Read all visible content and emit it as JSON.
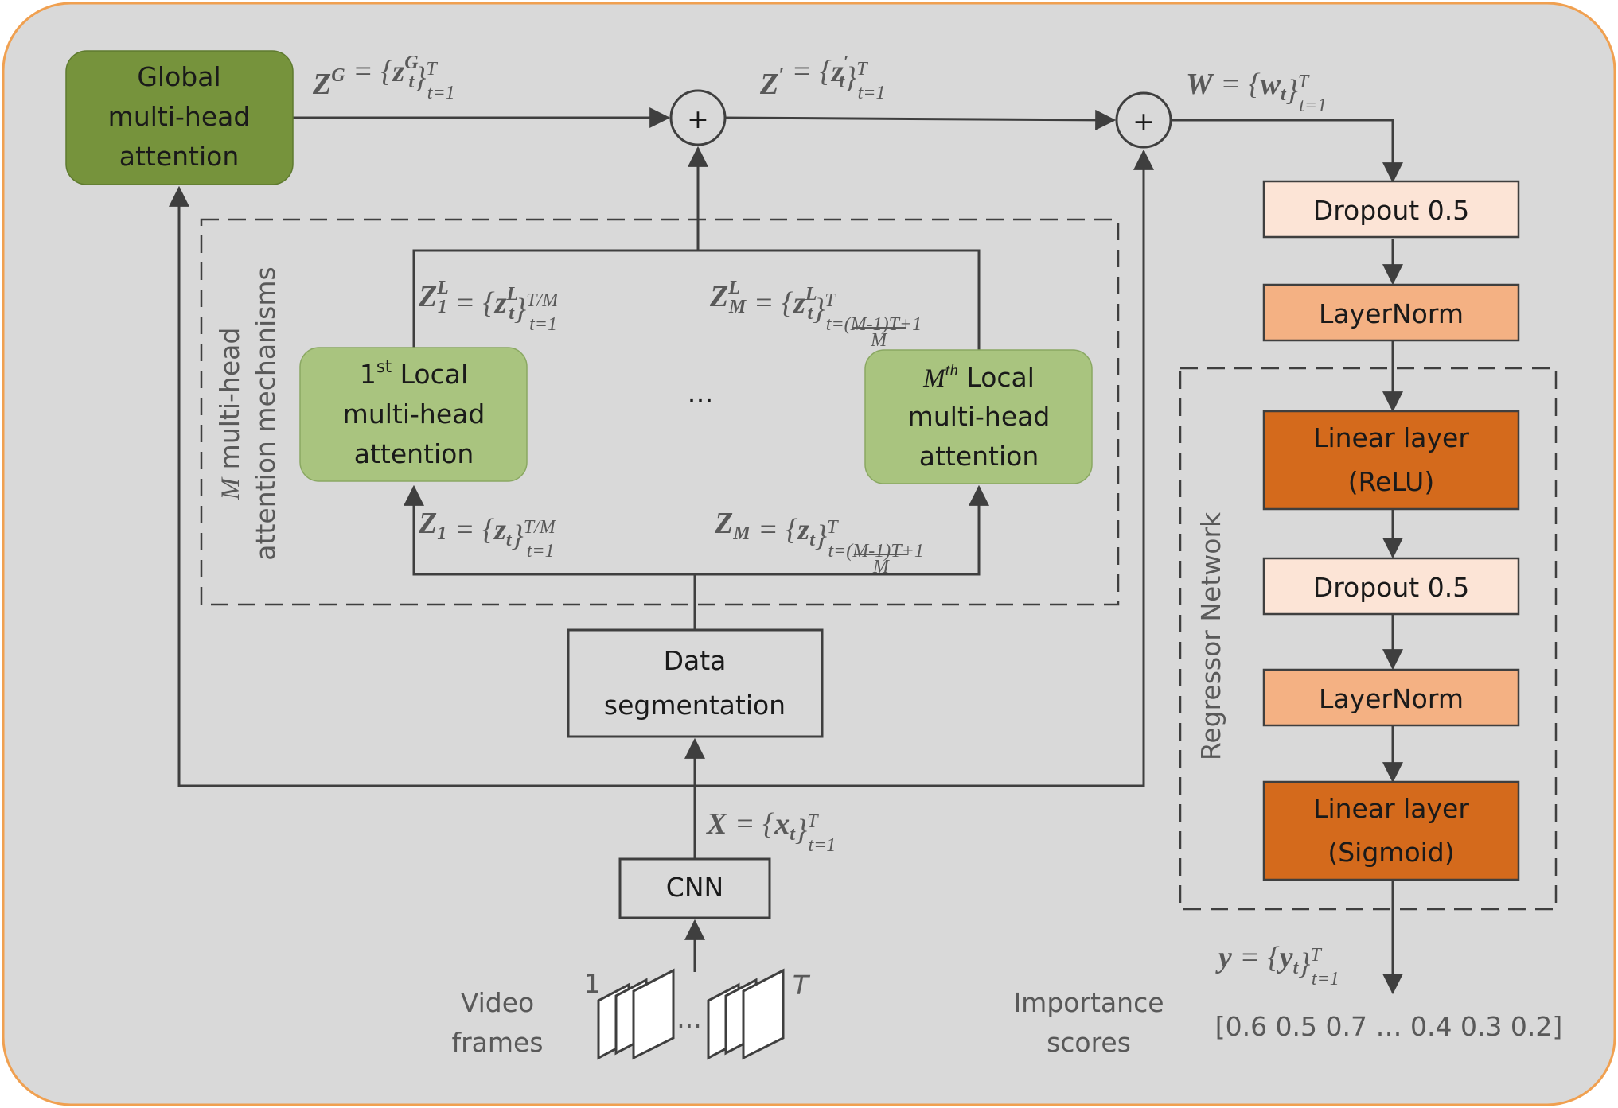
{
  "nodes": {
    "global_attention": {
      "lines": [
        "Global",
        "multi-head",
        "attention"
      ],
      "color": "#76933c"
    },
    "local_attention_first": {
      "sup": "st",
      "lines": [
        "Local",
        "multi-head",
        "attention"
      ],
      "index": "1",
      "color": "#a9c47f"
    },
    "local_attention_mth": {
      "sup": "th",
      "lines": [
        "Local",
        "multi-head",
        "attention"
      ],
      "index": "M",
      "color": "#a9c47f"
    },
    "ellipsis": "…",
    "data_segmentation": {
      "lines": [
        "Data",
        "segmentation"
      ]
    },
    "cnn": "CNN",
    "video_frames": {
      "lines": [
        "Video",
        "frames"
      ],
      "first_index": "1",
      "last_index": "T",
      "ellipsis": "..."
    },
    "dropout_1": {
      "label": "Dropout 0.5",
      "color": "#fce4d6"
    },
    "layernorm_1": {
      "label": "LayerNorm",
      "color": "#f4b183"
    },
    "linear_relu": {
      "lines": [
        "Linear layer",
        "(ReLU)"
      ],
      "color": "#d46a1c"
    },
    "dropout_2": {
      "label": "Dropout 0.5",
      "color": "#fce4d6"
    },
    "layernorm_2": {
      "label": "LayerNorm",
      "color": "#f4b183"
    },
    "linear_sigmoid": {
      "lines": [
        "Linear layer",
        "(Sigmoid)"
      ],
      "color": "#d46a1c"
    },
    "importance_scores": {
      "lines": [
        "Importance",
        "scores"
      ],
      "values": "[0.6 0.5 0.7 … 0.4 0.3 0.2]"
    },
    "sum_1": "+",
    "sum_2": "+"
  },
  "groups": {
    "local_mechanisms": {
      "label_var": "M",
      "label_line1": " multi-head",
      "label_line2": "attention mechanisms"
    },
    "regressor": {
      "label": "Regressor Network"
    }
  },
  "equations": {
    "zg": {
      "lhs": "Z",
      "lhs_sup": "G",
      "eq": " = {",
      "var": "z",
      "var_sub": "t",
      "var_sup": "G",
      "close": "}",
      "lim_sup": "T",
      "lim_sub": "t=1"
    },
    "zprime": {
      "lhs": "Z",
      "lhs_sup": "′",
      "eq": " = {",
      "var": "z",
      "var_sub": "t",
      "var_sup": "′",
      "close": "}",
      "lim_sup": "T",
      "lim_sub": "t=1"
    },
    "w": {
      "lhs": "W",
      "eq": " = {",
      "var": "w",
      "var_sub": "t",
      "close": "}",
      "lim_sup": "T",
      "lim_sub": "t=1"
    },
    "z1l": {
      "lhs": "Z",
      "lhs_sub": "1",
      "lhs_sup": "L",
      "eq": " = {",
      "var": "z",
      "var_sub": "t",
      "var_sup": "L",
      "close": "}",
      "lim_sup": "T/M",
      "lim_sub": "t=1"
    },
    "zml": {
      "lhs": "Z",
      "lhs_sub": "M",
      "lhs_sup": "L",
      "eq": " = {",
      "var": "z",
      "var_sub": "t",
      "var_sup": "L",
      "close": "}",
      "lim_sup": "T",
      "lim_sub": "t=(M-1)T+1",
      "lim_den": "M"
    },
    "z1": {
      "lhs": "Z",
      "lhs_sub": "1",
      "eq": " = {",
      "var": "z",
      "var_sub": "t",
      "close": "}",
      "lim_sup": "T/M",
      "lim_sub": "t=1"
    },
    "zm": {
      "lhs": "Z",
      "lhs_sub": "M",
      "eq": " = {",
      "var": "z",
      "var_sub": "t",
      "close": "}",
      "lim_sup": "T",
      "lim_sub": "t=(M-1)T+1",
      "lim_den": "M"
    },
    "x": {
      "lhs": "X",
      "eq": " = {",
      "var": "x",
      "var_sub": "t",
      "close": "}",
      "lim_sup": "T",
      "lim_sub": "t=1"
    },
    "y": {
      "lhs": "y",
      "eq": " = {",
      "var": "y",
      "var_sub": "t",
      "close": "}",
      "lim_sup": "T",
      "lim_sub": "t=1"
    }
  },
  "colors": {
    "background": "#d9d9d9",
    "frame_border": "#f0a050",
    "edge": "#3f3f3f",
    "text_gray": "#595959"
  }
}
